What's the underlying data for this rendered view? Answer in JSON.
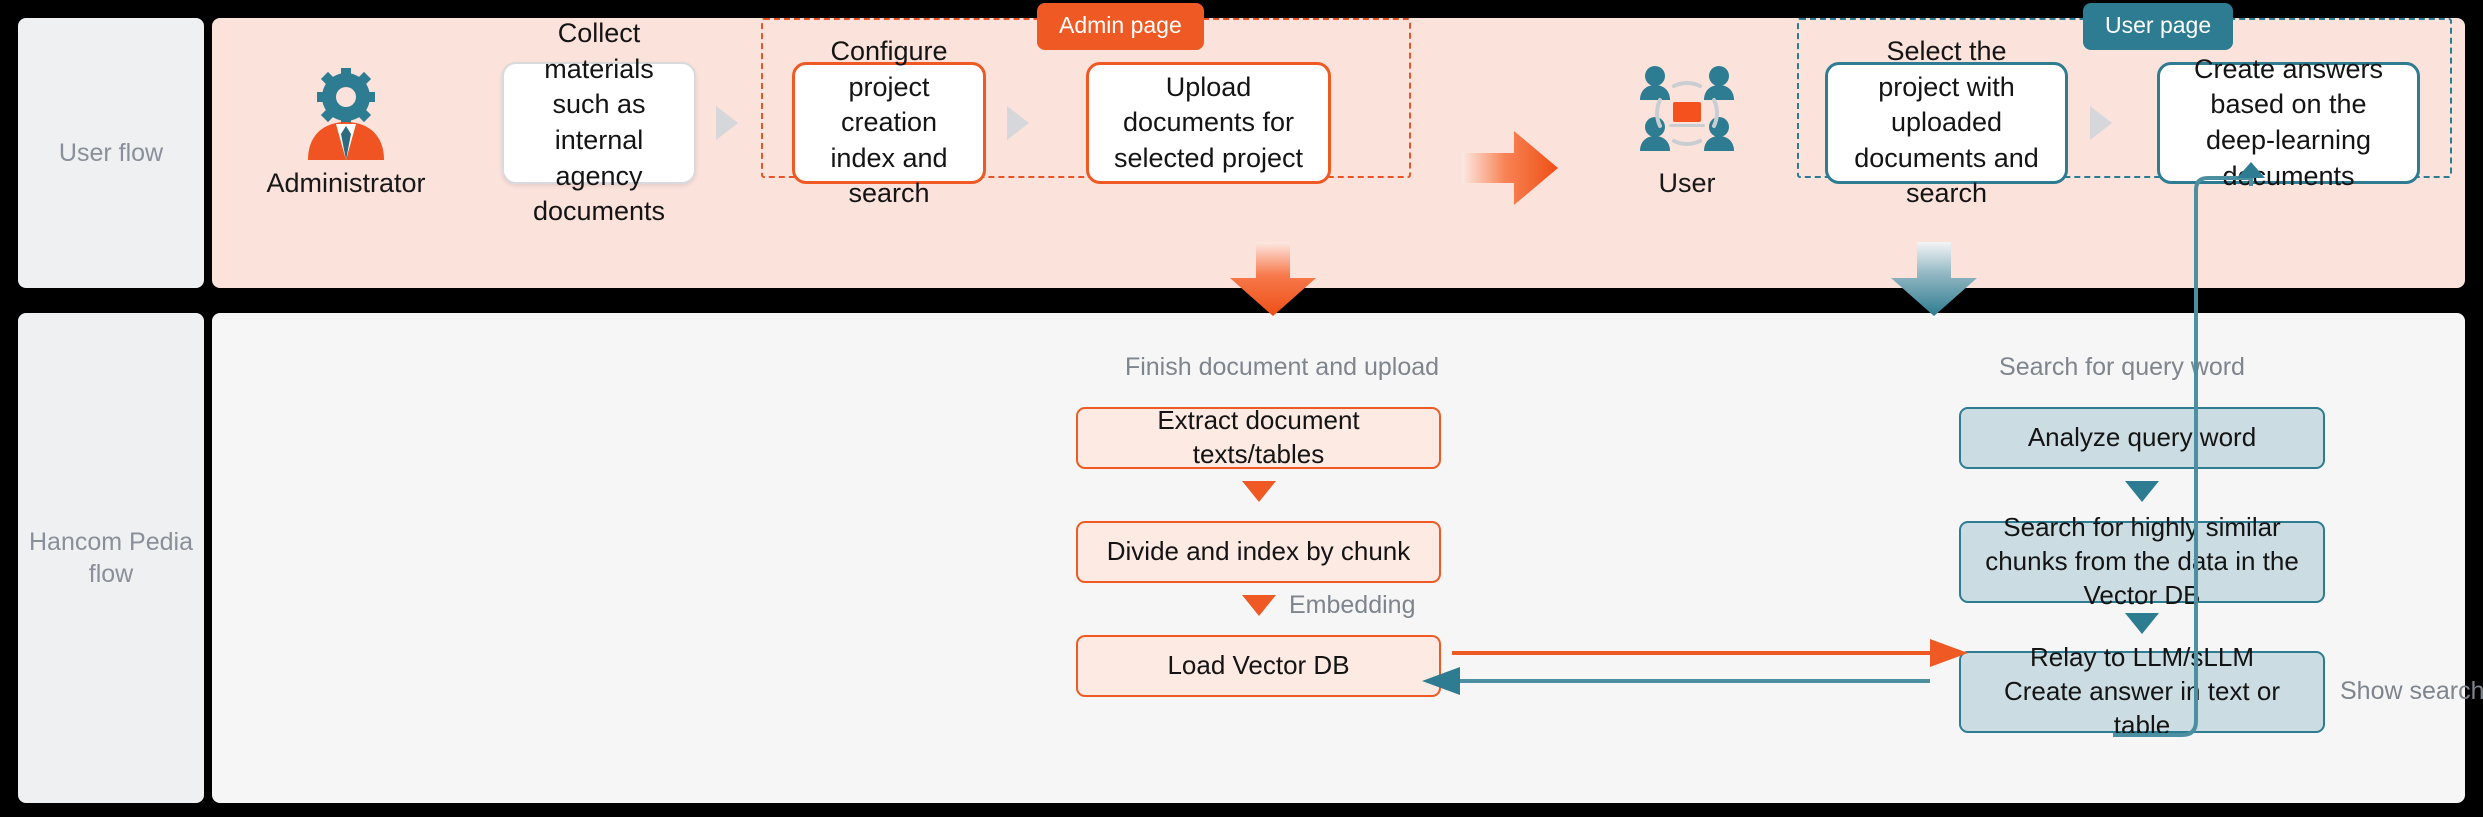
{
  "rows": {
    "user_flow_label": "User flow",
    "pedia_flow_label": "Hancom Pedia flow"
  },
  "badges": {
    "admin_page": "Admin page",
    "user_page": "User page"
  },
  "personas": {
    "administrator": "Administrator",
    "user": "User"
  },
  "user_flow_steps": [
    {
      "id": "collect-materials",
      "label": "Collect materials such as internal agency documents",
      "style": "plain"
    },
    {
      "id": "configure-project",
      "label": "Configure project creation index and search",
      "style": "orange"
    },
    {
      "id": "upload-documents",
      "label": "Upload documents for selected project",
      "style": "orange"
    },
    {
      "id": "select-project",
      "label": "Select the project with uploaded documents and search",
      "style": "teal"
    },
    {
      "id": "create-answers",
      "label": "Create answers based on the deep-learning documents",
      "style": "teal"
    }
  ],
  "pedia_flow": {
    "ingest": {
      "heading": "Finish document and upload",
      "steps": [
        "Extract document texts/tables",
        "Divide and index by chunk",
        "Load Vector DB"
      ],
      "edge_label": "Embedding"
    },
    "query": {
      "heading": "Search for query word",
      "steps": [
        "Analyze query word",
        "Search for highly similar chunks from the data in the Vector DB",
        "Relay to LLM/sLLM\nCreate answer in text or table"
      ]
    },
    "return_label": "Show search results"
  },
  "colors": {
    "brand_orange": "#ef5a24",
    "brand_teal": "#2d7c91",
    "top_panel_bg": "#fbe2db",
    "bottom_panel_bg": "#f6f6f7",
    "row_label_bg": "#eef0f2",
    "teal_step_fill": "#cbdde2",
    "orange_step_fill": "#fdeae3",
    "page_bg": "#000000"
  }
}
